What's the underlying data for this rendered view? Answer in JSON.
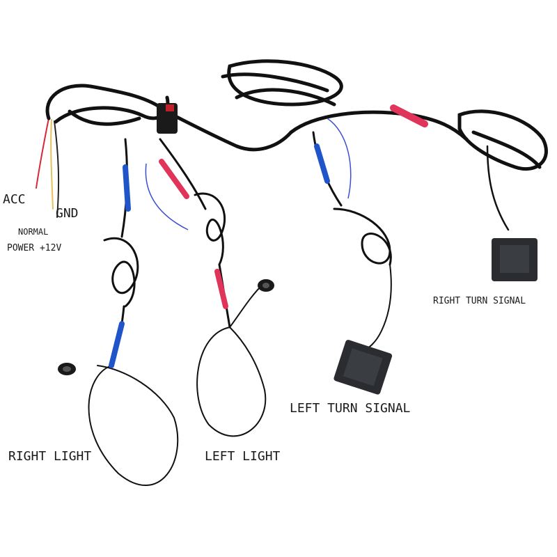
{
  "labels": {
    "acc": "ACC",
    "gnd": "GND",
    "normal": "NORMAL",
    "power": "POWER +12V",
    "right_turn_signal": "RIGHT TURN SIGNAL",
    "left_turn_signal": "LEFT TURN SIGNAL",
    "right_light": "RIGHT LIGHT",
    "left_light": "LEFT LIGHT"
  },
  "colors": {
    "background": "#ffffff",
    "cable": "#111111",
    "red_wire": "#d62a3a",
    "yellow_wire": "#e2c25a",
    "blue_sleeve": "#1f55c8",
    "pink_sleeve": "#e0345a",
    "module_face": "#2a2c30"
  },
  "icons": {
    "sensor_pad": "square-sensor-pad-icon",
    "light_sensor": "round-light-sensor-icon"
  }
}
